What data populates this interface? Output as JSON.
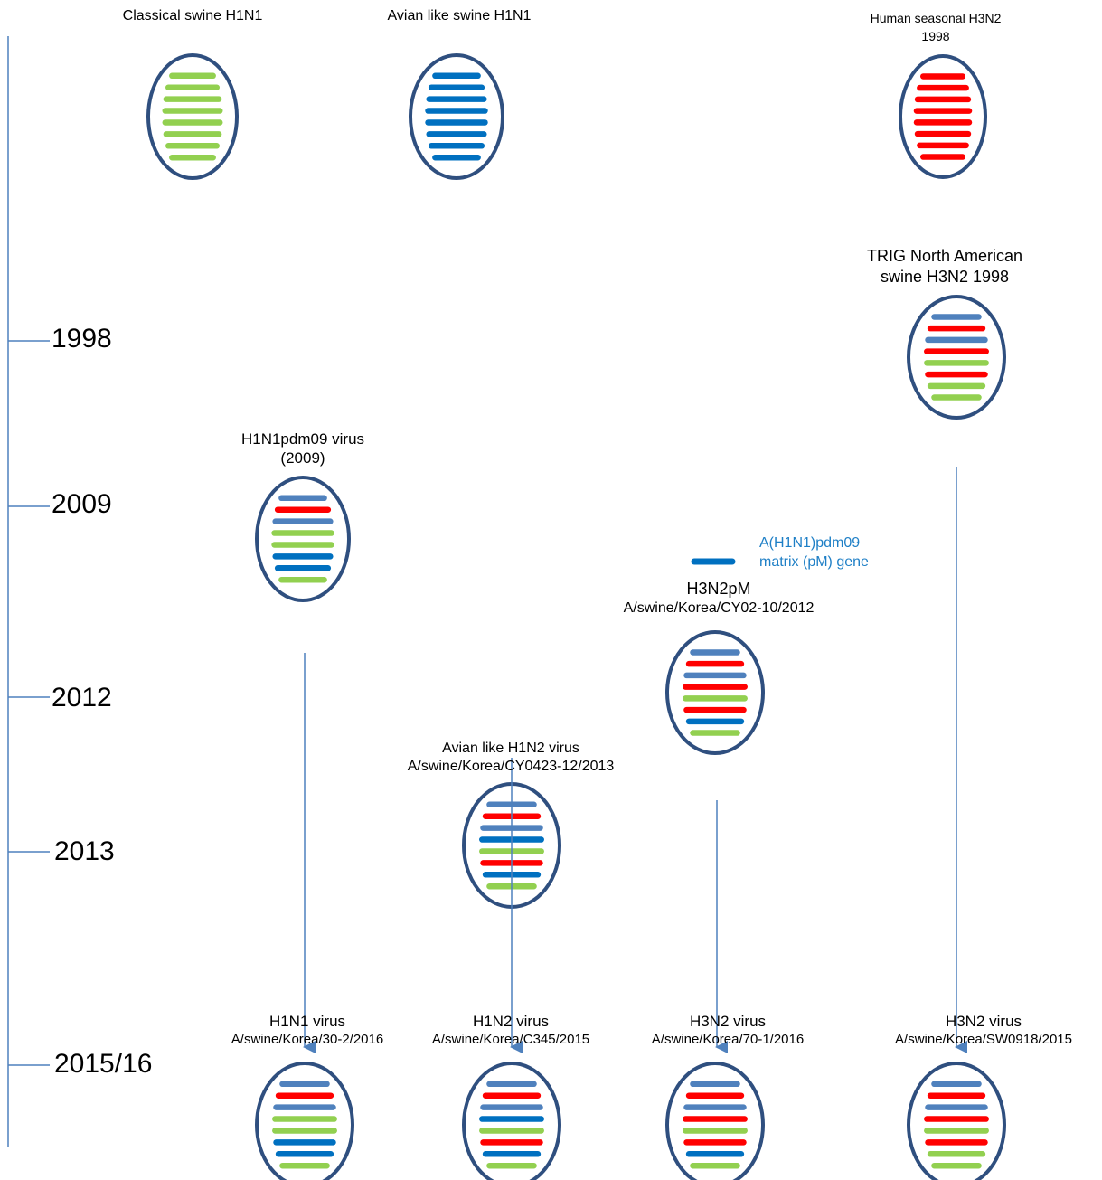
{
  "colors": {
    "green": "#92d050",
    "blue": "#0070c0",
    "steel": "#4f81bd",
    "red": "#ff0000",
    "outline": "#2f4f7f",
    "axis": "#4f81bd",
    "note": "#1e7fc6"
  },
  "timeline": {
    "years": [
      "1998",
      "2009",
      "2012",
      "2013",
      "2015/16"
    ]
  },
  "viruses": [
    {
      "id": "classical-swine",
      "line1": "Classical swine H1N1",
      "line2": "",
      "segments": [
        "green",
        "green",
        "green",
        "green",
        "green",
        "green",
        "green",
        "green"
      ]
    },
    {
      "id": "avian-like-swine",
      "line1": "Avian like swine H1N1",
      "line2": "",
      "segments": [
        "blue",
        "blue",
        "blue",
        "blue",
        "blue",
        "blue",
        "blue",
        "blue"
      ]
    },
    {
      "id": "human-seasonal",
      "line1": "Human seasonal H3N2",
      "line2": "1998",
      "segments": [
        "red",
        "red",
        "red",
        "red",
        "red",
        "red",
        "red",
        "red"
      ]
    },
    {
      "id": "trig",
      "line1": "TRIG North American",
      "line2": "swine H3N2 1998",
      "segments": [
        "steel",
        "red",
        "steel",
        "red",
        "green",
        "red",
        "green",
        "green"
      ]
    },
    {
      "id": "h1n1pdm09",
      "line1": "H1N1pdm09 virus",
      "line2": "(2009)",
      "segments": [
        "steel",
        "red",
        "steel",
        "green",
        "green",
        "blue",
        "blue",
        "green"
      ]
    },
    {
      "id": "h3n2pm",
      "line1": "H3N2pM",
      "line2": "A/swine/Korea/CY02-10/2012",
      "segments": [
        "steel",
        "red",
        "steel",
        "red",
        "green",
        "red",
        "blue",
        "green"
      ]
    },
    {
      "id": "avian-like-h1n2",
      "line1": "Avian like H1N2 virus",
      "line2": "A/swine/Korea/CY0423-12/2013",
      "segments": [
        "steel",
        "red",
        "steel",
        "blue",
        "green",
        "red",
        "blue",
        "green"
      ]
    },
    {
      "id": "h1n1-2016",
      "line1": "H1N1 virus",
      "line2": "A/swine/Korea/30-2/2016",
      "segments": [
        "steel",
        "red",
        "steel",
        "green",
        "green",
        "blue",
        "blue",
        "green"
      ]
    },
    {
      "id": "h1n2-2015",
      "line1": "H1N2 virus",
      "line2": "A/swine/Korea/C345/2015",
      "segments": [
        "steel",
        "red",
        "steel",
        "blue",
        "green",
        "red",
        "blue",
        "green"
      ]
    },
    {
      "id": "h3n2-2016",
      "line1": "H3N2 virus",
      "line2": "A/swine/Korea/70-1/2016",
      "segments": [
        "steel",
        "red",
        "steel",
        "red",
        "green",
        "red",
        "blue",
        "green"
      ]
    },
    {
      "id": "h3n2-2015",
      "line1": "H3N2 virus",
      "line2": "A/swine/Korea/SW0918/2015",
      "segments": [
        "steel",
        "red",
        "steel",
        "red",
        "green",
        "red",
        "green",
        "green"
      ]
    }
  ],
  "pm_note": {
    "line1": "A(H1N1)pdm09",
    "line2": "matrix (pM) gene",
    "segment": "blue"
  }
}
